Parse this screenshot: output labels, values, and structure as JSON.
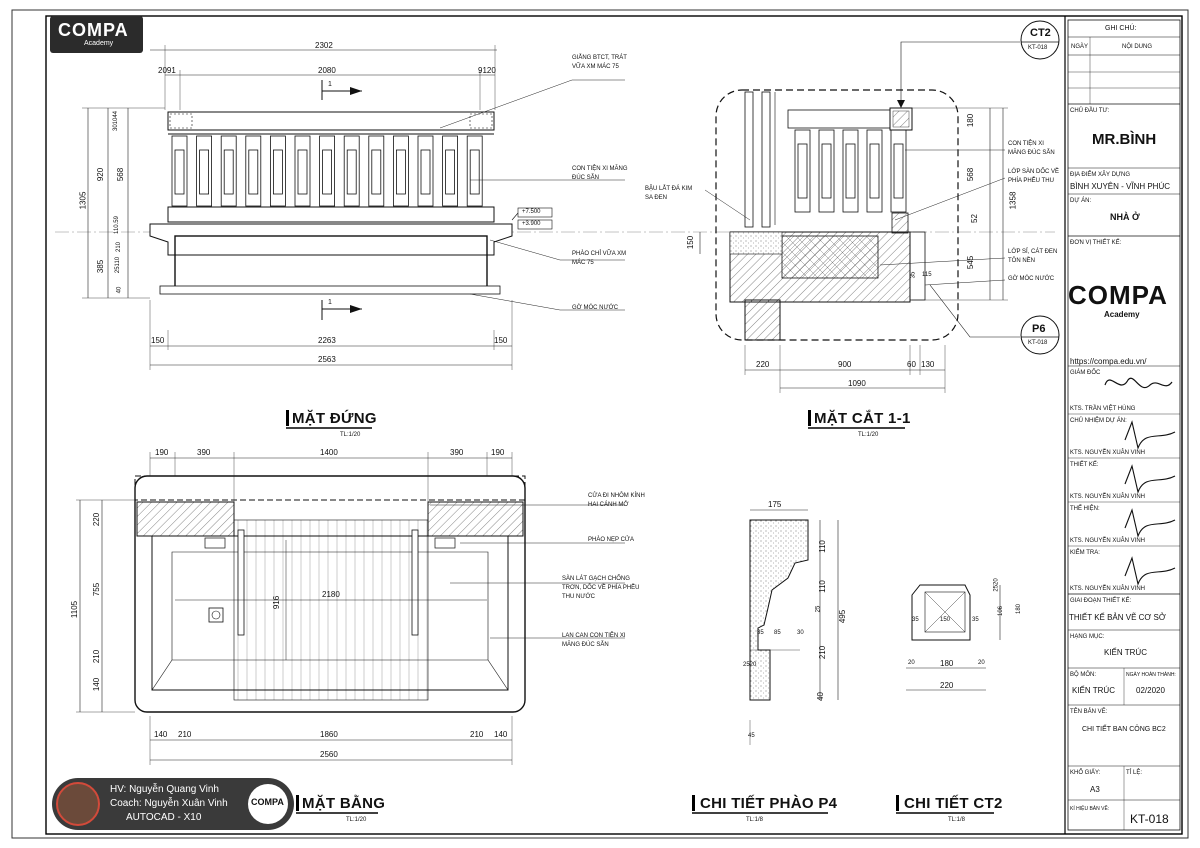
{
  "brand": {
    "logo_text": "COMPA",
    "logo_sub": "Academy",
    "url": "https://compa.edu.vn/"
  },
  "drawings": {
    "elevation": {
      "title": "MẶT ĐỨNG",
      "scale": "TL:1/20",
      "dims_top": [
        "2302",
        "2091",
        "2080",
        "9120"
      ],
      "dims_left": [
        "1305",
        "920",
        "385",
        "568",
        "301044",
        "110.59",
        "210",
        "25110",
        "40"
      ],
      "dims_bottom": [
        "150",
        "2263",
        "150",
        "2563"
      ],
      "cut_mark": "1",
      "levels": [
        "+7.500",
        "+3.900"
      ],
      "notes": [
        "GIẰNG BTCT, TRÁT VỮA XM MÁC 75",
        "CON TIỆN XI MĂNG ĐÚC SẴN",
        "PHÀO CHỈ VỮA XM MÁC 75",
        "GỜ MÓC NƯỚC"
      ]
    },
    "section": {
      "title": "MẶT CẮT 1-1",
      "scale": "TL:1/20",
      "tags": [
        {
          "name": "CT2",
          "sheet": "KT-018"
        },
        {
          "name": "P6",
          "sheet": "KT-018"
        }
      ],
      "dims_right": [
        "1358",
        "180",
        "568",
        "52",
        "545",
        "115",
        "35"
      ],
      "dims_left": [
        "150"
      ],
      "dims_bottom": [
        "220",
        "900",
        "60",
        "130",
        "1090"
      ],
      "notes": [
        "BẬU LẮT ĐÁ KIM SA ĐEN",
        "CON TIỆN XI MĂNG ĐÚC SẴN",
        "LỚP SÀN DỐC VỀ PHÍA PHỄU THU",
        "LỚP SỈ, CÁT ĐEN TÔN NỀN",
        "GỜ MÓC NƯỚC"
      ]
    },
    "plan": {
      "title": "MẶT BẰNG",
      "scale": "TL:1/20",
      "dims_top": [
        "190",
        "390",
        "1400",
        "390",
        "190"
      ],
      "dims_left": [
        "1105",
        "220",
        "755",
        "210",
        "140"
      ],
      "dims_inner": [
        "2180",
        "916"
      ],
      "dims_bottom": [
        "140",
        "210",
        "1860",
        "210",
        "140",
        "2560"
      ],
      "notes": [
        "CỬA ĐI NHÔM KÍNH HAI CÁNH MỞ",
        "PHÀO NẸP CỬA",
        "SÀN LÁT GẠCH CHỐNG TRƠN, DỐC VỀ PHÍA PHỄU THU NƯỚC",
        "LAN CAN CON TIỆN XI MĂNG ĐÚC SẴN"
      ]
    },
    "detail_p4": {
      "title": "CHI TIẾT PHÀO P4",
      "scale": "TL:1/8",
      "dims": [
        "175",
        "110",
        "110",
        "25",
        "210",
        "495",
        "40",
        "35",
        "85",
        "30",
        "2520",
        "45"
      ]
    },
    "detail_ct2": {
      "title": "CHI TIẾT CT2",
      "scale": "TL:1/8",
      "dims": [
        "2520",
        "106",
        "180",
        "35",
        "150",
        "35",
        "20",
        "180",
        "20",
        "220"
      ]
    }
  },
  "student_card": {
    "student": "HV: Nguyễn Quang Vinh",
    "coach": "Coach: Nguyễn Xuân Vinh",
    "course": "AUTOCAD - X10"
  },
  "title_block": {
    "notes_header": "GHI CHÚ:",
    "col_date": "NGÀY",
    "col_content": "NỘI DUNG",
    "investor_label": "CHỦ ĐẦU TƯ:",
    "investor": "MR.BÌNH",
    "location_label": "ĐỊA ĐIỂM XÂY DỰNG",
    "location": "BÌNH XUYÊN - VĨNH PHÚC",
    "project_label": "DỰ ÁN:",
    "project": "NHÀ Ở",
    "designer_label": "ĐƠN VỊ THIẾT KẾ:",
    "director_label": "GIÁM ĐỐC",
    "director": "KTS. TRẦN VIỆT HÙNG",
    "manager_label": "CHỦ NHIỆM DỰ ÁN:",
    "manager": "KTS. NGUYỄN XUÂN VINH",
    "design_label": "THIẾT KẾ:",
    "design": "KTS. NGUYỄN XUÂN VINH",
    "drafter_label": "THỂ HIỆN:",
    "drafter": "KTS. NGUYỄN XUÂN VINH",
    "checker_label": "KIỂM TRA:",
    "checker": "KTS. NGUYỄN XUÂN VINH",
    "stage_label": "GIAI ĐOẠN THIẾT KẾ:",
    "stage": "THIẾT KẾ BẢN VẼ CƠ SỞ",
    "category_label": "HẠNG MỤC:",
    "category": "KIẾN TRÚC",
    "dept_label": "BỘ MÔN:",
    "dept": "KIẾN TRÚC",
    "date_label": "NGÀY HOÀN THÀNH:",
    "date": "02/2020",
    "drawing_name_label": "TÊN BẢN VẼ:",
    "drawing_name": "CHI TIẾT BAN CÔNG BC2",
    "paper_label": "KHỔ GIẤY:",
    "paper": "A3",
    "scale_label": "TỈ LỆ:",
    "scale": "",
    "sheet_no_label": "KÍ HIỆU BẢN VẼ:",
    "sheet_no": "KT-018"
  }
}
